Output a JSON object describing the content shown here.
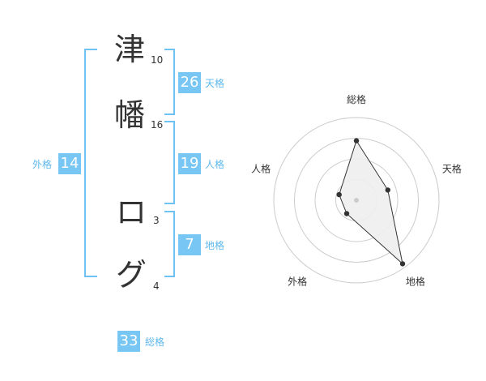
{
  "name": {
    "chars": [
      {
        "char": "津",
        "strokes": "10"
      },
      {
        "char": "幡",
        "strokes": "16"
      },
      {
        "char": "ロ",
        "strokes": "3"
      },
      {
        "char": "グ",
        "strokes": "4"
      }
    ]
  },
  "fortune": {
    "tenkaku": {
      "label": "天格",
      "value": "26"
    },
    "jinkaku": {
      "label": "人格",
      "value": "19"
    },
    "chikaku": {
      "label": "地格",
      "value": "7"
    },
    "gaikaku": {
      "label": "外格",
      "value": "14"
    },
    "soukaku": {
      "label": "総格",
      "value": "33"
    }
  },
  "chart_data": {
    "type": "radar",
    "axes": [
      "総格",
      "天格",
      "地格",
      "外格",
      "人格"
    ],
    "values": [
      0.72,
      0.4,
      0.95,
      0.2,
      0.22
    ],
    "rings": 4,
    "colors": {
      "line": "#333333",
      "fill": "#eeeeee",
      "grid": "#cccccc",
      "center": "#cccccc"
    }
  },
  "colors": {
    "accent": "#77c6f4",
    "bracket": "#6ec3f4",
    "label": "#5fb8ee"
  }
}
